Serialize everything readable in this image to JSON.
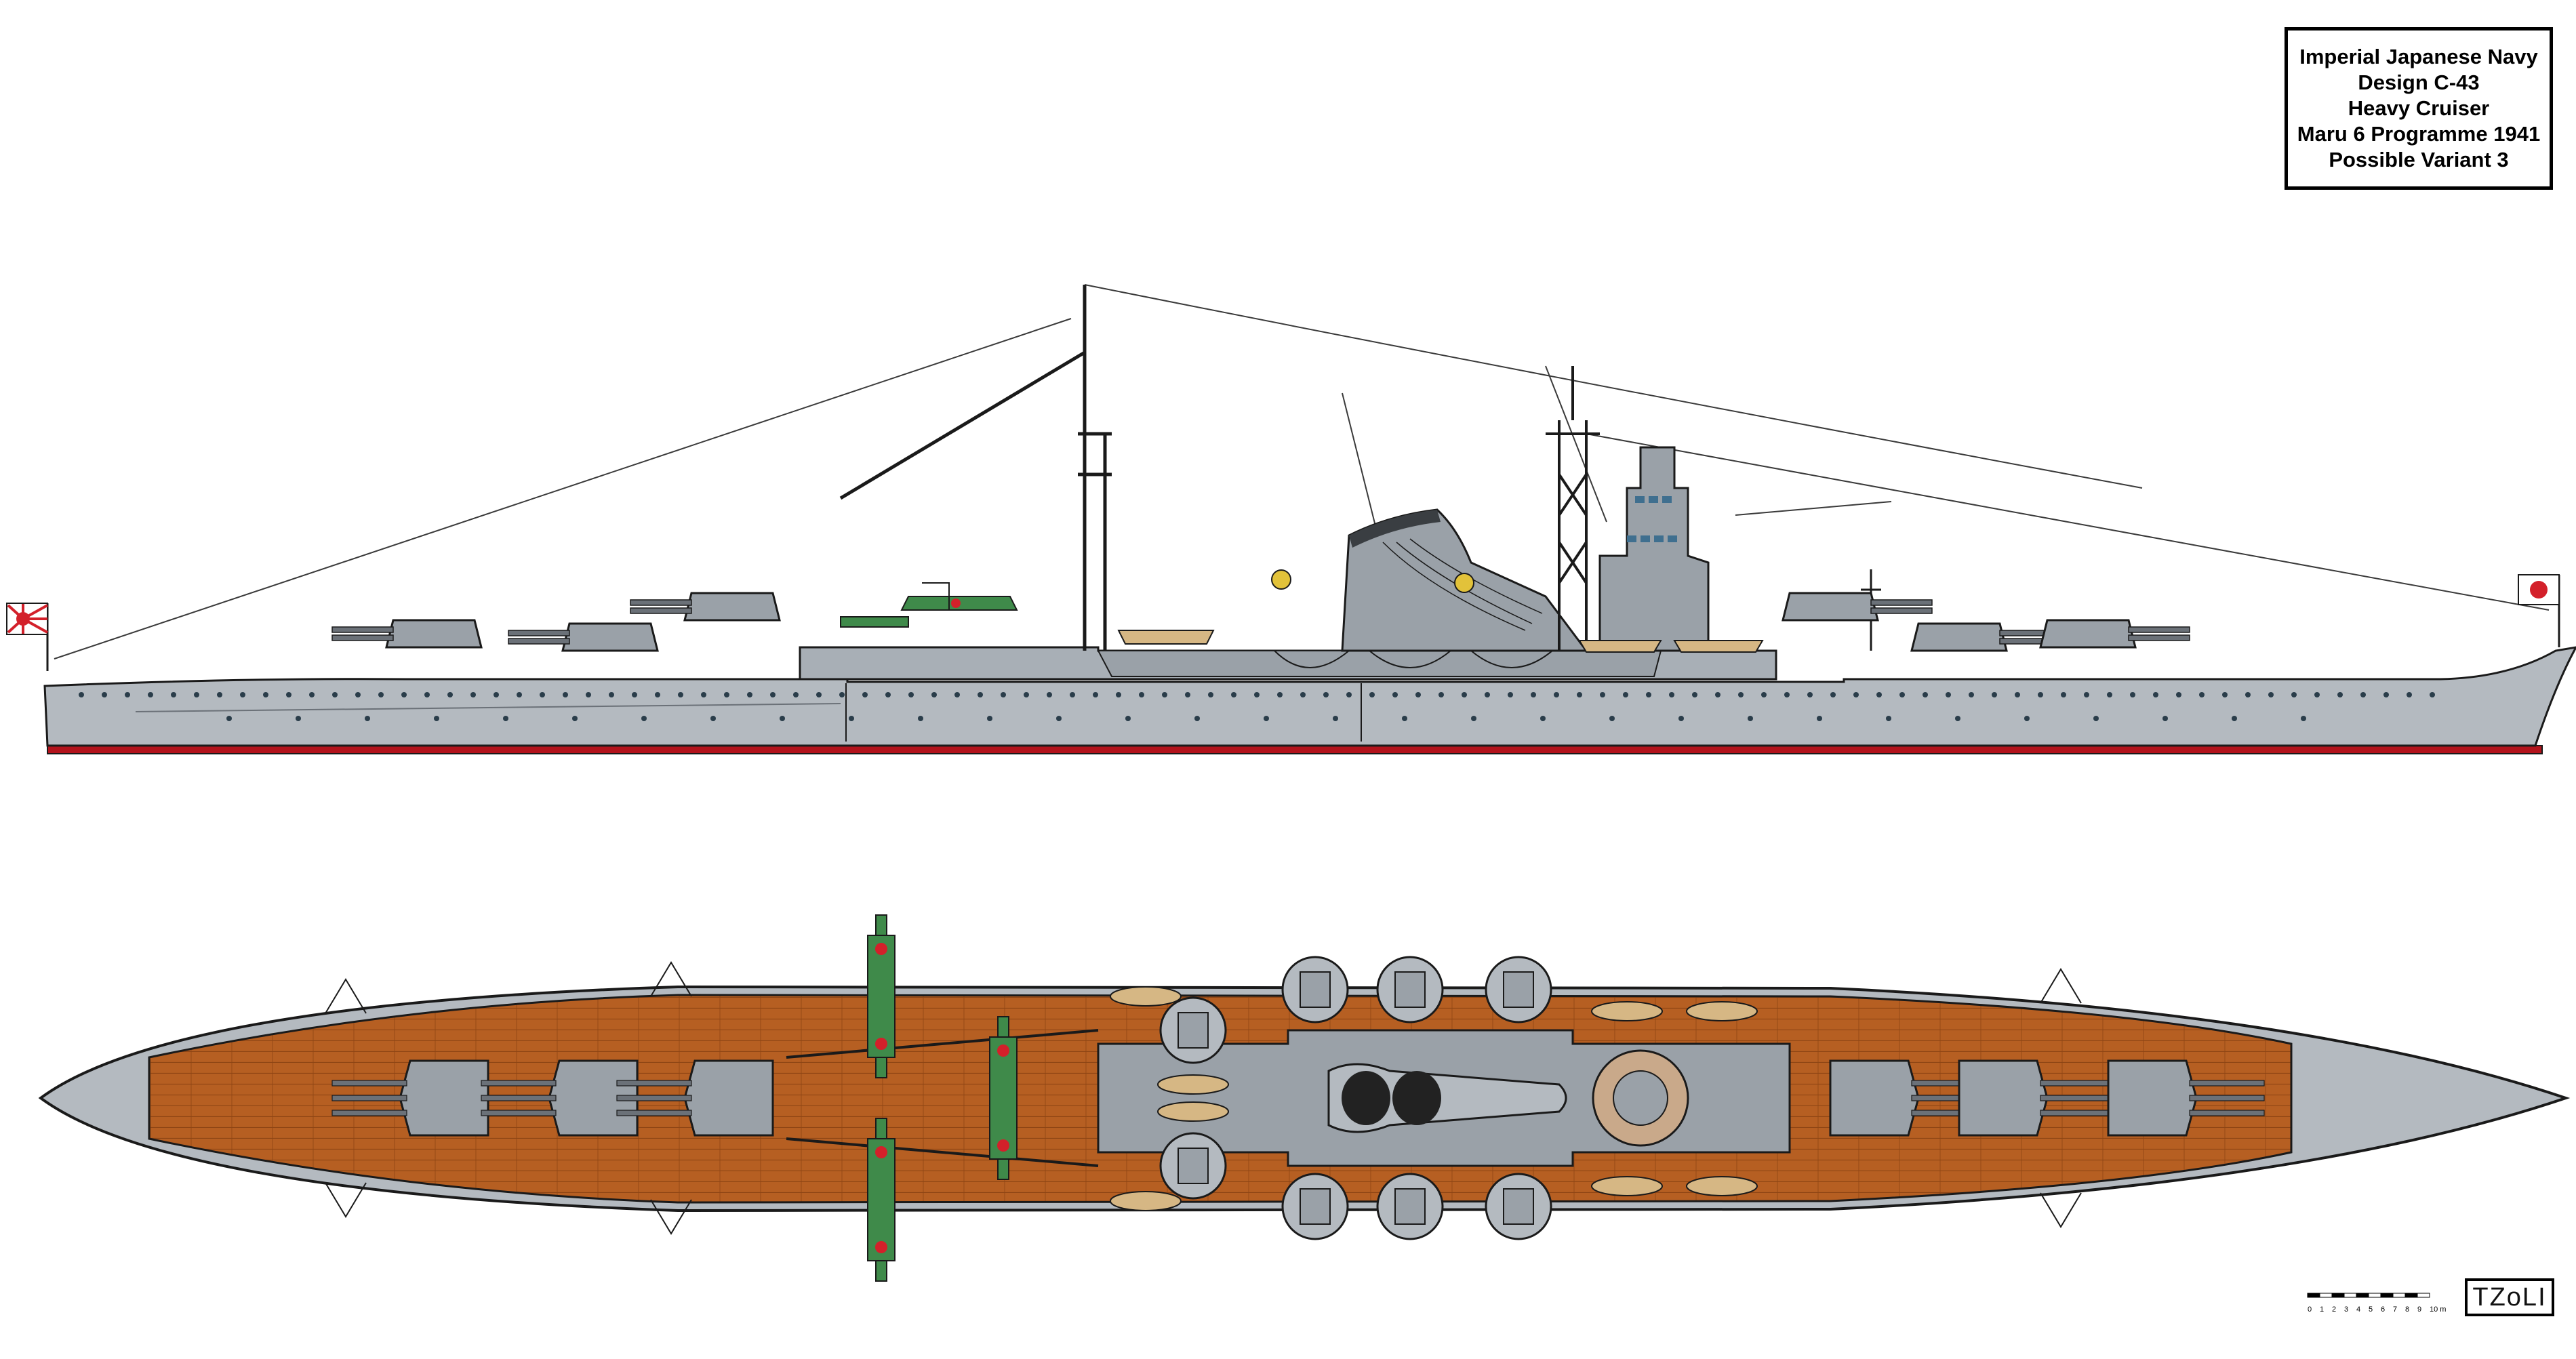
{
  "title_block": {
    "lines": [
      "Imperial Japanese Navy",
      "Design C-43",
      "Heavy Cruiser",
      "Maru 6 Programme 1941",
      "Possible Variant 3"
    ]
  },
  "scale_bar": {
    "labels": [
      "0",
      "1",
      "2",
      "3",
      "4",
      "5",
      "6",
      "7",
      "8",
      "9",
      "10 m"
    ]
  },
  "signature": {
    "text": "TZoLI"
  },
  "colors": {
    "hull_grey": "#b4bac0",
    "superstructure_grey": "#9aa1a8",
    "dark_grey": "#6b7178",
    "deck_wood": "#b65f22",
    "deck_lines": "#8e4514",
    "boot_top_red": "#b3131c",
    "aircraft_green": "#3f8a4a",
    "boat_wood": "#d6b784",
    "ensign_red": "#d3202a",
    "outline": "#1a1a1a"
  },
  "views": {
    "profile": {
      "label": "side-profile"
    },
    "plan": {
      "label": "plan-view"
    }
  }
}
